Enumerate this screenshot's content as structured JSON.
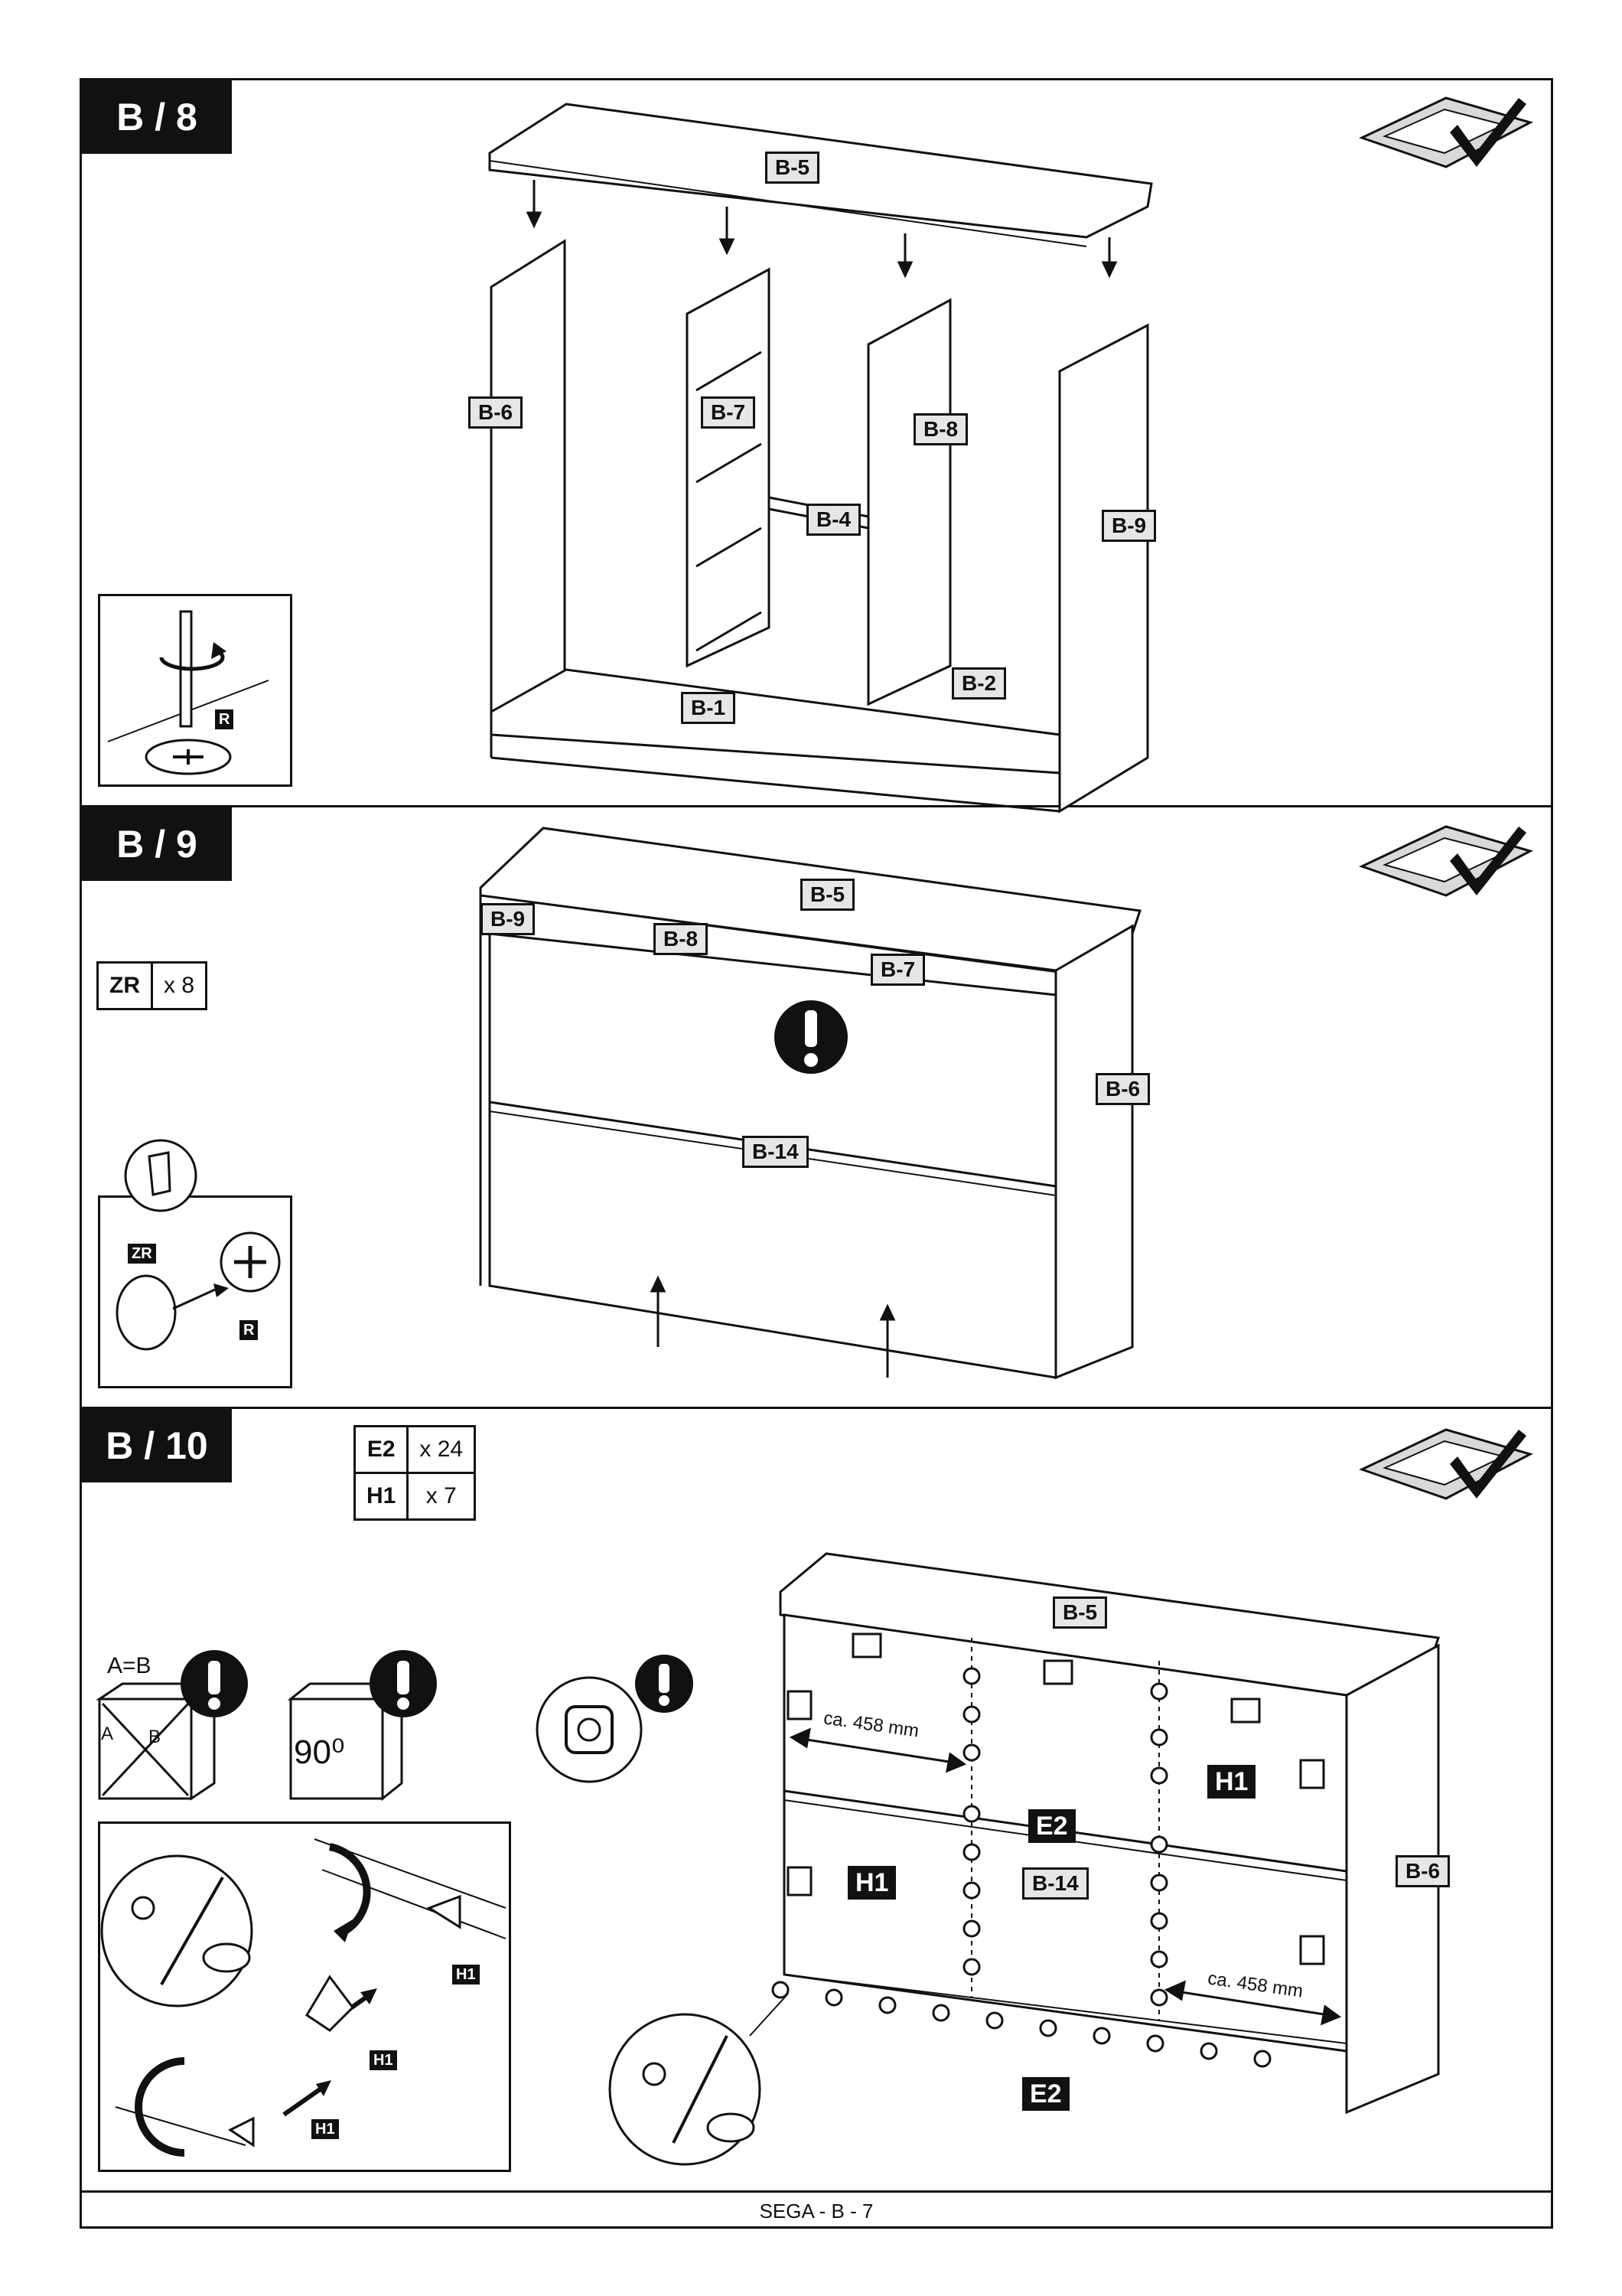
{
  "steps": {
    "b8": {
      "title": "B / 8",
      "labels": {
        "b5": "B-5",
        "b6": "B-6",
        "b7": "B-7",
        "b8": "B-8",
        "b9": "B-9",
        "b4": "B-4",
        "b2": "B-2",
        "b1": "B-1"
      },
      "detail_tag": "R"
    },
    "b9": {
      "title": "B / 9",
      "hardware": [
        {
          "code": "ZR",
          "qty": "x 8"
        }
      ],
      "labels": {
        "b5": "B-5",
        "b9": "B-9",
        "b8": "B-8",
        "b7": "B-7",
        "b6": "B-6",
        "b14": "B-14"
      },
      "detail_tags": {
        "zr": "ZR",
        "r": "R"
      }
    },
    "b10": {
      "title": "B / 10",
      "hardware": [
        {
          "code": "E2",
          "qty": "x 24"
        },
        {
          "code": "H1",
          "qty": "x 7"
        }
      ],
      "labels": {
        "b5": "B-5",
        "b6": "B-6",
        "b14": "B-14"
      },
      "tags": {
        "e2_mid": "E2",
        "e2_bottom": "E2",
        "h1_right": "H1",
        "h1_left": "H1"
      },
      "dimensions": {
        "left": "ca. 458 mm",
        "right": "ca. 458 mm"
      },
      "icons_text": {
        "aeqb": "A=B",
        "a": "A",
        "b": "B",
        "angle": "90⁰"
      },
      "detail_tags": {
        "h1_top": "H1",
        "h1_mid": "H1",
        "h1_bottom": "H1"
      }
    }
  },
  "footer": {
    "text": "SEGA - B - 7"
  }
}
